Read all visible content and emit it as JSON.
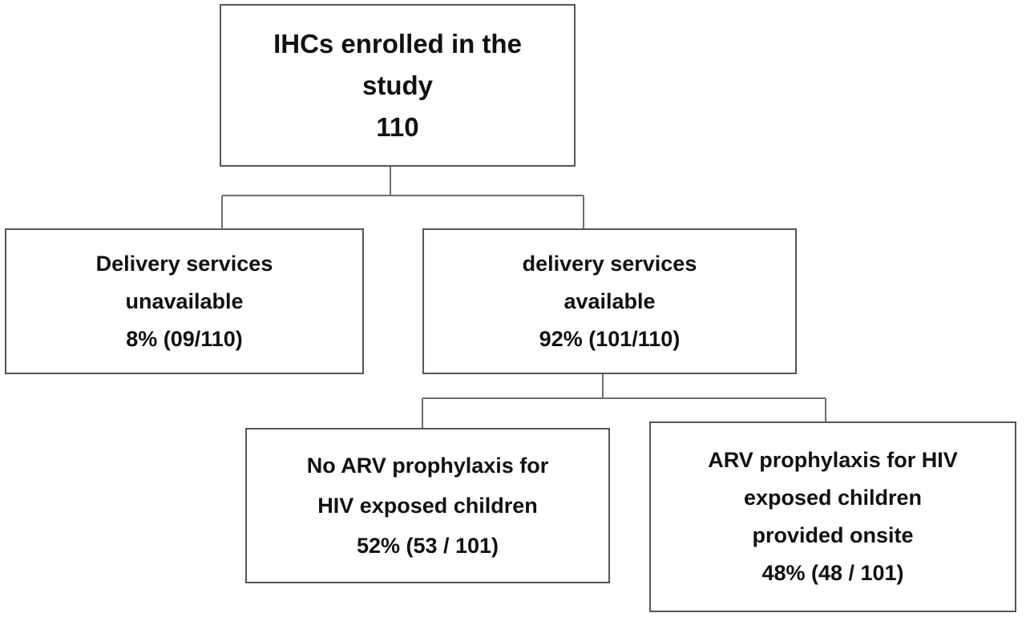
{
  "nodes": {
    "root": {
      "line1": "IHCs enrolled in the",
      "line2": "study",
      "value": "110"
    },
    "delivery_unavailable": {
      "line1": "Delivery services",
      "line2": "unavailable",
      "value": "8% (09/110)"
    },
    "delivery_available": {
      "line1": "delivery services",
      "line2": "available",
      "value": "92% (101/110)"
    },
    "no_arv": {
      "line1": "No ARV prophylaxis for",
      "line2": "HIV exposed children",
      "value": "52% (53 / 101)"
    },
    "arv_onsite": {
      "line1": "ARV prophylaxis for HIV",
      "line2": "exposed children",
      "line3": "provided onsite",
      "value": "48% (48 / 101)"
    }
  },
  "colors": {
    "border": "#555555",
    "connector": "#6e6e6e",
    "text": "#111111",
    "background": "#ffffff"
  }
}
